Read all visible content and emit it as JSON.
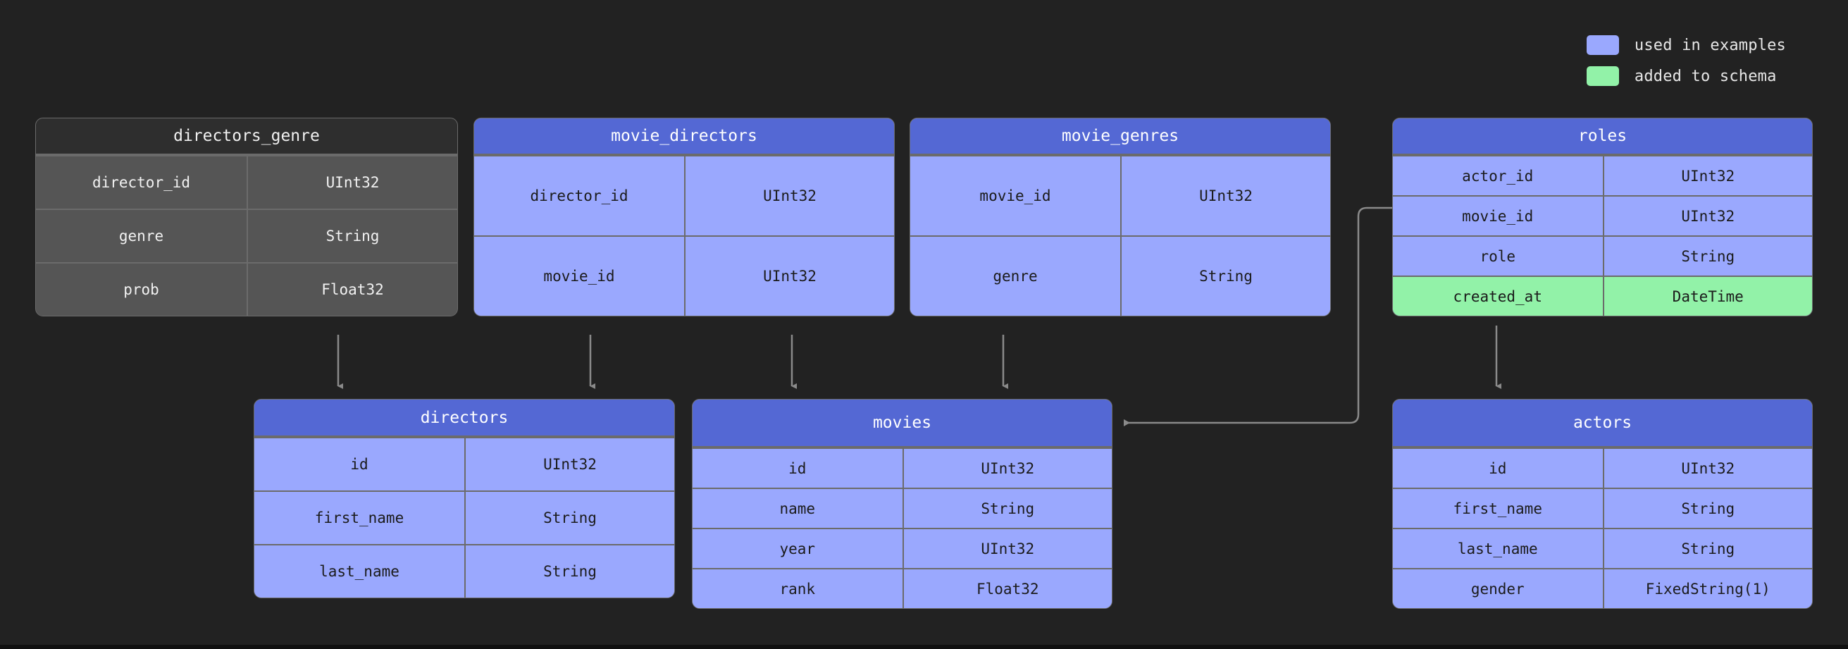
{
  "legend": {
    "items": [
      {
        "label": "used in examples",
        "color": "#9aa8fe",
        "icon": "color-swatch"
      },
      {
        "label": "added to schema",
        "color": "#92f2a8",
        "icon": "color-swatch"
      }
    ]
  },
  "colors": {
    "background": "#222222",
    "header_blue": "#5468d4",
    "body_blue": "#9aa8fe",
    "highlight_green": "#92f2a8",
    "header_gray": "#2e2e2e",
    "body_gray": "#555555",
    "border": "#6b6b6b",
    "edge": "#8a8a8a",
    "text_light": "#ffffff",
    "text_dark": "#1b1b1b"
  },
  "tables": [
    {
      "id": "directors_genre",
      "title": "directors_genre",
      "variant": "gray",
      "rows": [
        {
          "name": "director_id",
          "type": "UInt32",
          "highlight": false
        },
        {
          "name": "genre",
          "type": "String",
          "highlight": false
        },
        {
          "name": "prob",
          "type": "Float32",
          "highlight": false
        }
      ]
    },
    {
      "id": "movie_directors",
      "title": "movie_directors",
      "variant": "blue",
      "rows": [
        {
          "name": "director_id",
          "type": "UInt32",
          "highlight": false
        },
        {
          "name": "movie_id",
          "type": "UInt32",
          "highlight": false
        }
      ]
    },
    {
      "id": "movie_genres",
      "title": "movie_genres",
      "variant": "blue",
      "rows": [
        {
          "name": "movie_id",
          "type": "UInt32",
          "highlight": false
        },
        {
          "name": "genre",
          "type": "String",
          "highlight": false
        }
      ]
    },
    {
      "id": "roles",
      "title": "roles",
      "variant": "blue",
      "rows": [
        {
          "name": "actor_id",
          "type": "UInt32",
          "highlight": false
        },
        {
          "name": "movie_id",
          "type": "UInt32",
          "highlight": false
        },
        {
          "name": "role",
          "type": "String",
          "highlight": false
        },
        {
          "name": "created_at",
          "type": "DateTime",
          "highlight": true
        }
      ]
    },
    {
      "id": "directors",
      "title": "directors",
      "variant": "blue",
      "rows": [
        {
          "name": "id",
          "type": "UInt32",
          "highlight": false
        },
        {
          "name": "first_name",
          "type": "String",
          "highlight": false
        },
        {
          "name": "last_name",
          "type": "String",
          "highlight": false
        }
      ]
    },
    {
      "id": "movies",
      "title": "movies",
      "variant": "blue",
      "rows": [
        {
          "name": "id",
          "type": "UInt32",
          "highlight": false
        },
        {
          "name": "name",
          "type": "String",
          "highlight": false
        },
        {
          "name": "year",
          "type": "UInt32",
          "highlight": false
        },
        {
          "name": "rank",
          "type": "Float32",
          "highlight": false
        }
      ]
    },
    {
      "id": "actors",
      "title": "actors",
      "variant": "blue",
      "rows": [
        {
          "name": "id",
          "type": "UInt32",
          "highlight": false
        },
        {
          "name": "first_name",
          "type": "String",
          "highlight": false
        },
        {
          "name": "last_name",
          "type": "String",
          "highlight": false
        },
        {
          "name": "gender",
          "type": "FixedString(1)",
          "highlight": false
        }
      ]
    }
  ],
  "edges": [
    {
      "from": "directors_genre",
      "to": "directors",
      "kind": "vertical-arrow"
    },
    {
      "from": "movie_directors",
      "to": "directors",
      "kind": "vertical-arrow"
    },
    {
      "from": "movie_directors",
      "to": "movies",
      "kind": "vertical-arrow"
    },
    {
      "from": "movie_genres",
      "to": "movies",
      "kind": "vertical-arrow"
    },
    {
      "from": "roles",
      "to": "movies",
      "kind": "elbow-arrow-left"
    },
    {
      "from": "roles",
      "to": "actors",
      "kind": "vertical-arrow"
    }
  ]
}
